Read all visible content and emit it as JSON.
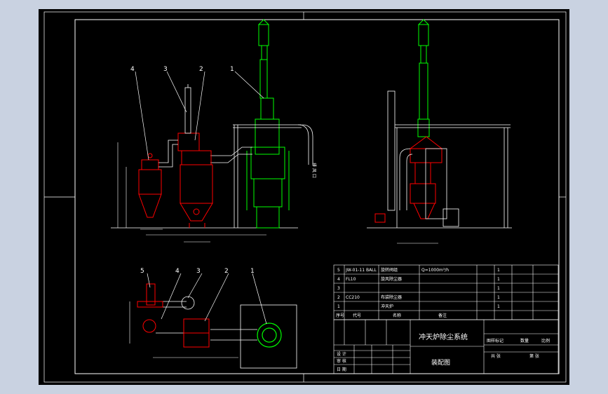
{
  "colors": {
    "background": "#c9d2e1",
    "sheet": "#000000",
    "frame": "#ffffff",
    "stack": "#00ff00",
    "collector": "#ff0000",
    "pipe": "#ffffff",
    "accent": "#ff4040"
  },
  "front_view": {
    "callouts": [
      "4",
      "3",
      "2",
      "1"
    ]
  },
  "plan_view": {
    "callouts": [
      "5",
      "4",
      "3",
      "2",
      "1"
    ]
  },
  "title_block": {
    "title": "冲天炉除尘系统",
    "sheet_name": "装配图",
    "parts_rows": [
      {
        "no": "5",
        "code": "JW-01-11 BALL",
        "name": "旋转阀组",
        "note": "Q=1000m³/h",
        "qty": "1"
      },
      {
        "no": "4",
        "code": "FL10",
        "name": "旋风除尘器",
        "note": "",
        "qty": "1"
      },
      {
        "no": "3",
        "code": "",
        "name": "",
        "note": "",
        "qty": "1"
      },
      {
        "no": "2",
        "code": "CC210",
        "name": "布袋除尘器",
        "note": "",
        "qty": "1"
      },
      {
        "no": "1",
        "code": "",
        "name": "冲天炉",
        "note": "",
        "qty": "1"
      }
    ],
    "header": {
      "no": "序号",
      "code": "代号",
      "name": "名称",
      "note": "备注"
    },
    "approvals": [
      "设 计",
      "审 核",
      "日 期"
    ],
    "scale_labels": [
      "图样标记",
      "数量",
      "比例"
    ],
    "sheet_labels": [
      "共 张",
      "第 张"
    ]
  }
}
